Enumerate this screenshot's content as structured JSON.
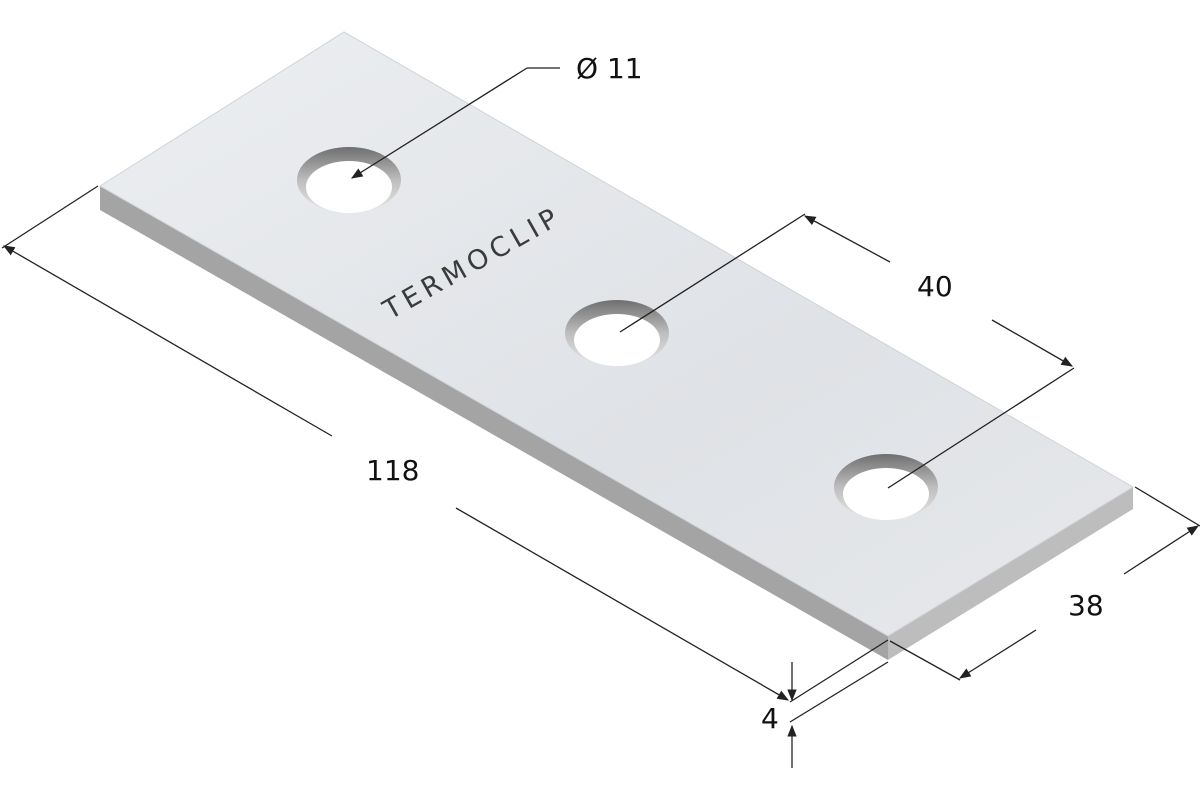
{
  "drawing": {
    "brand_text": "TERMOCLIP",
    "colors": {
      "plate_top": "#e3e6ea",
      "plate_side_left": "#a7a7a7",
      "plate_side_right": "#bcbcbc",
      "dimension_line": "#222222",
      "text": "#111111"
    },
    "dimensions": {
      "hole_diameter": "Ø 11",
      "hole_spacing": "40",
      "length": "118",
      "width": "38",
      "thickness": "4"
    }
  }
}
